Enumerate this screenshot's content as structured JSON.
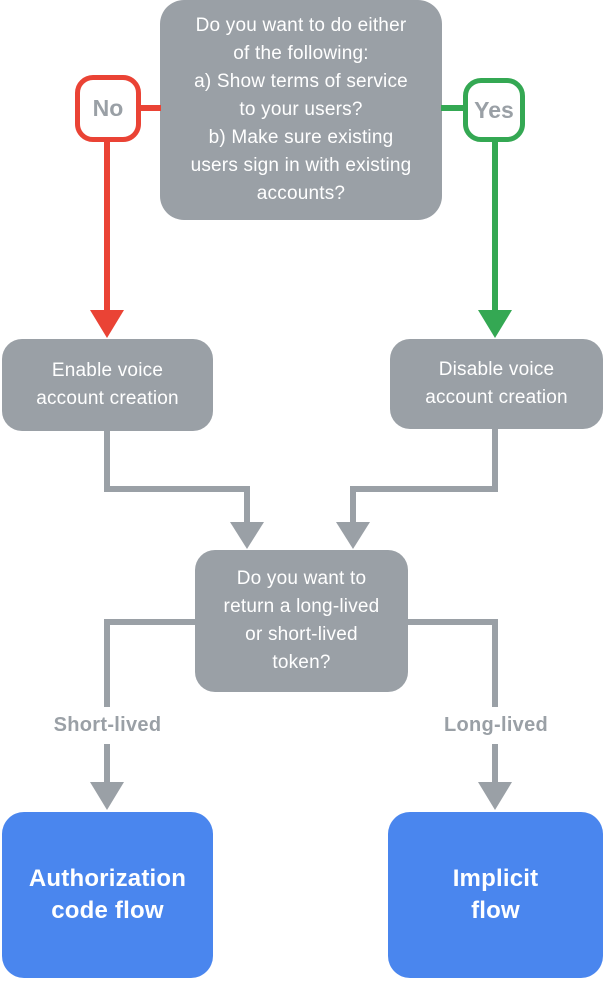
{
  "diagram": {
    "title": "Voice account linking decision flowchart",
    "colors": {
      "node_gray": "#9aa0a6",
      "no_red": "#ea4335",
      "yes_green": "#34a853",
      "result_blue": "#4a86ee",
      "label_text_gray": "#9aa0a6",
      "node_text_white": "#ffffff",
      "background": "#ffffff"
    },
    "nodes": {
      "question1": "Do you want to do either\nof the following:\na) Show terms of service\nto your users?\nb) Make sure existing\nusers sign in with existing\naccounts?",
      "no_label": "No",
      "yes_label": "Yes",
      "enable": "Enable voice\naccount creation",
      "disable": "Disable voice\naccount creation",
      "question2": "Do you want to\nreturn a long-lived\nor short-lived\ntoken?",
      "short_lived_label": "Short-lived",
      "long_lived_label": "Long-lived",
      "auth_result": "Authorization\ncode flow",
      "implicit_result": "Implicit\nflow"
    },
    "edges": [
      {
        "from": "question1",
        "label": "No",
        "to": "enable",
        "color": "#ea4335"
      },
      {
        "from": "question1",
        "label": "Yes",
        "to": "disable",
        "color": "#34a853"
      },
      {
        "from": "enable",
        "to": "question2",
        "color": "#9aa0a6"
      },
      {
        "from": "disable",
        "to": "question2",
        "color": "#9aa0a6"
      },
      {
        "from": "question2",
        "label": "Short-lived",
        "to": "auth_result",
        "color": "#9aa0a6"
      },
      {
        "from": "question2",
        "label": "Long-lived",
        "to": "implicit_result",
        "color": "#9aa0a6"
      }
    ]
  }
}
